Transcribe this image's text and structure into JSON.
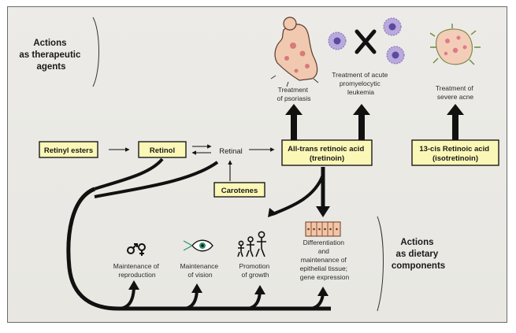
{
  "sections": {
    "therapeutic": [
      "Actions",
      "as therapeutic",
      "agents"
    ],
    "dietary": [
      "Actions",
      "as dietary",
      "components"
    ]
  },
  "boxes": {
    "retinyl_esters": [
      "Retinyl esters"
    ],
    "retinol": [
      "Retinol"
    ],
    "retinal": [
      "Retinal"
    ],
    "carotenes": [
      "Carotenes"
    ],
    "atra": [
      "All-trans retinoic acid",
      "(tretinoin)"
    ],
    "cis13": [
      "13-cis Retinoic acid",
      "(isotretinoin)"
    ]
  },
  "therapeutic_actions": {
    "psoriasis": [
      "Treatment",
      "of psoriasis"
    ],
    "leukemia": [
      "Treatment of acute",
      "promyelocytic",
      "leukemia"
    ],
    "acne": [
      "Treatment of",
      "severe acne"
    ]
  },
  "dietary_actions": {
    "reproduction": [
      "Maintenance of",
      "reproduction"
    ],
    "vision": [
      "Maintenance",
      "of vision"
    ],
    "growth": [
      "Promotion",
      "of growth"
    ],
    "epithelial": [
      "Differentiation",
      "and",
      "maintenance of",
      "epithelial tissue;",
      "gene expression"
    ]
  },
  "colors": {
    "box_fill": "#fbf7b6",
    "cell_fill": "#f2c6a6",
    "blood_cell": "#b9a9dc",
    "acne_spot": "#e07a86"
  },
  "icons": [
    "sex-symbols-icon",
    "eye-icon",
    "people-growth-icon",
    "epithelial-cells-icon",
    "psoriasis-body-icon",
    "leukemia-cells-icon",
    "acne-skin-icon"
  ]
}
